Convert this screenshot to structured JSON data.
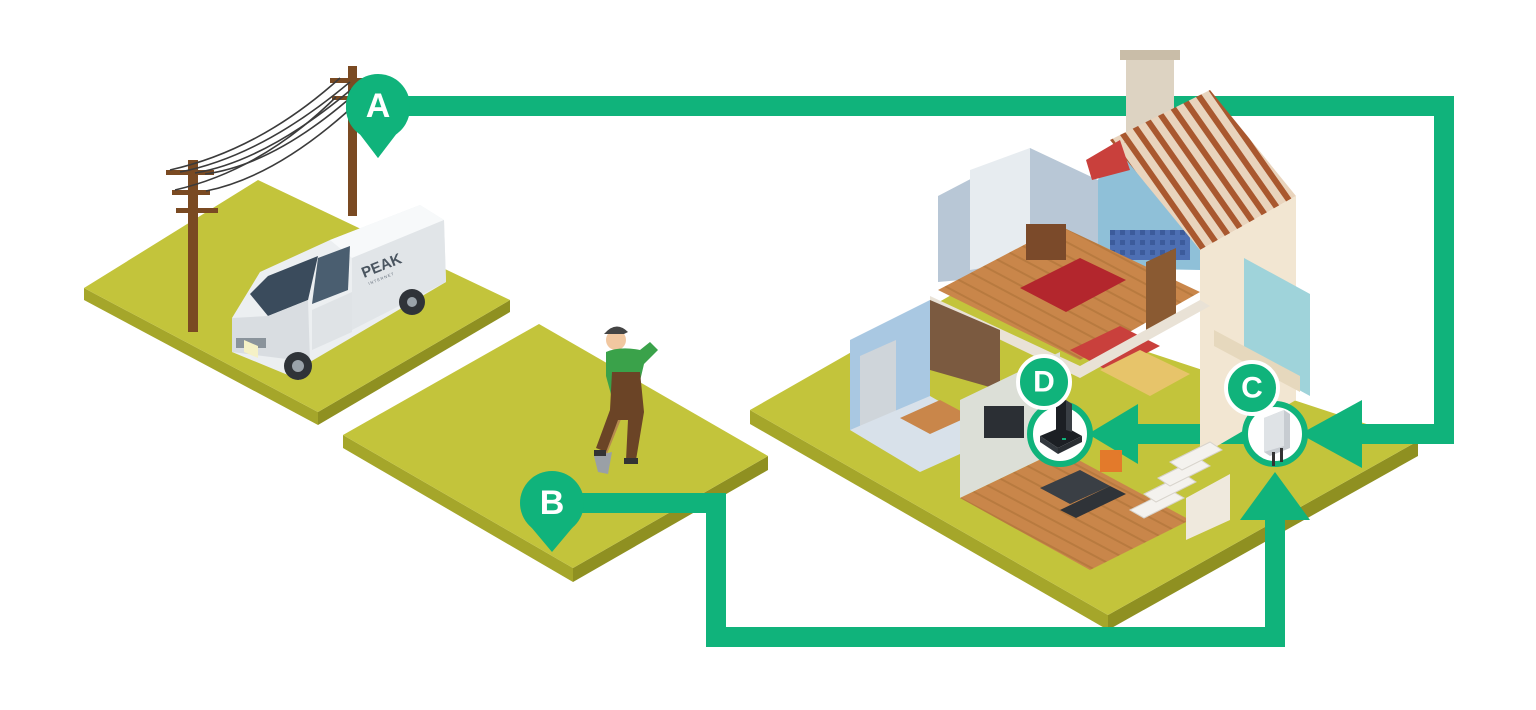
{
  "colors": {
    "path": "#10b37b",
    "grass_top": "#c3c43b",
    "grass_side": "#a5a62a",
    "background": "#ffffff"
  },
  "markers": {
    "a": {
      "label": "A"
    },
    "b": {
      "label": "B"
    },
    "c": {
      "label": "C"
    },
    "d": {
      "label": "D"
    }
  },
  "van": {
    "logo": "PEAK",
    "logo_sub": "INTERNET"
  },
  "icons": {
    "pole": "utility-pole-icon",
    "van": "service-van-icon",
    "worker": "worker-digging-icon",
    "house": "house-cutaway-icon",
    "nid": "network-box-icon",
    "router": "router-icon"
  }
}
